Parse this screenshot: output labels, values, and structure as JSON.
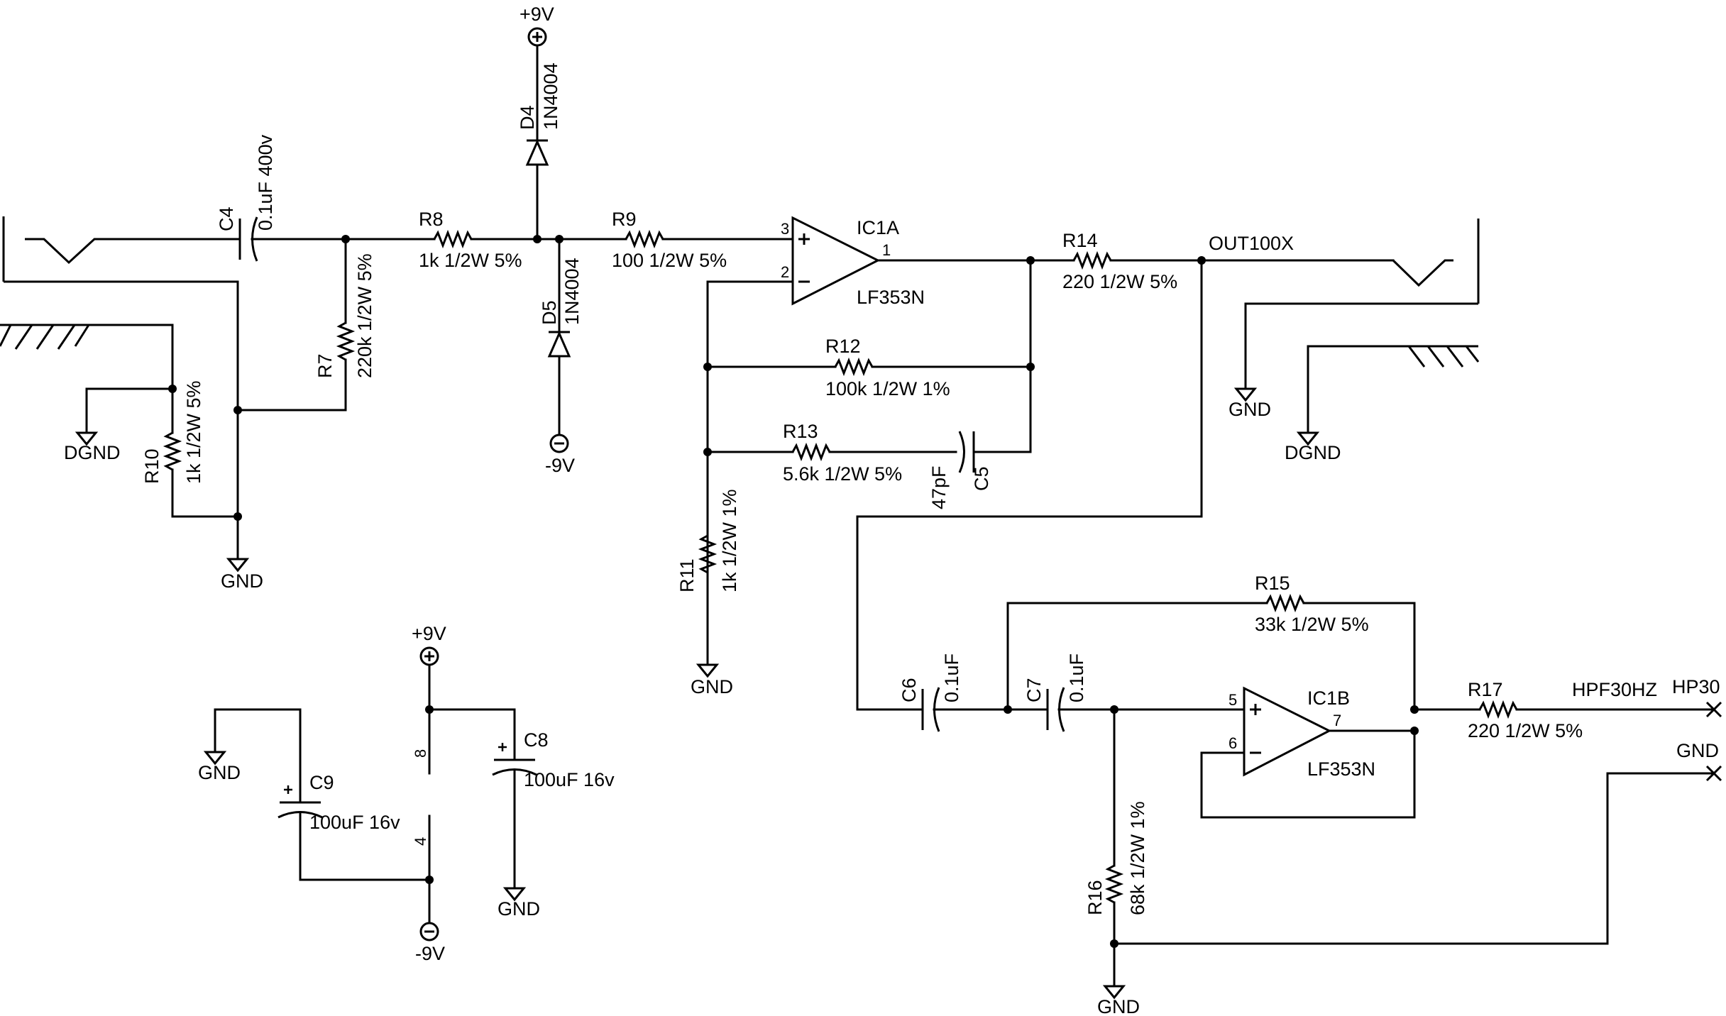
{
  "schematic": {
    "c4": {
      "ref": "C4",
      "value": "0.1uF 400v"
    },
    "r8": {
      "ref": "R8",
      "value": "1k 1/2W 5%"
    },
    "r7": {
      "ref": "R7",
      "value": "220k 1/2W 5%"
    },
    "r10": {
      "ref": "R10",
      "value": "1k 1/2W 5%"
    },
    "d4": {
      "ref": "D4",
      "value": "1N4004"
    },
    "d5": {
      "ref": "D5",
      "value": "1N4004"
    },
    "r9": {
      "ref": "R9",
      "value": "100 1/2W 5%"
    },
    "ic1a": {
      "ref": "IC1A",
      "value": "LF353N",
      "pin_plus": "3",
      "pin_minus": "2",
      "pin_out": "1"
    },
    "r12": {
      "ref": "R12",
      "value": "100k 1/2W 1%"
    },
    "r13": {
      "ref": "R13",
      "value": "5.6k 1/2W 5%"
    },
    "c5": {
      "ref": "C5",
      "value": "47pF"
    },
    "r11": {
      "ref": "R11",
      "value": "1k 1/2W 1%"
    },
    "r14": {
      "ref": "R14",
      "value": "220 1/2W 5%"
    },
    "out100x": "OUT100X",
    "r15": {
      "ref": "R15",
      "value": "33k 1/2W 5%"
    },
    "c6": {
      "ref": "C6",
      "value": "0.1uF"
    },
    "c7": {
      "ref": "C7",
      "value": "0.1uF"
    },
    "ic1b": {
      "ref": "IC1B",
      "value": "LF353N",
      "pin_plus": "5",
      "pin_minus": "6",
      "pin_out": "7"
    },
    "r16": {
      "ref": "R16",
      "value": "68k 1/2W 1%"
    },
    "r17": {
      "ref": "R17",
      "value": "220 1/2W 5%"
    },
    "hpf30hz": "HPF30HZ",
    "hp30": "HP30",
    "gnd_out": "GND",
    "c8": {
      "ref": "C8",
      "value": "100uF 16v"
    },
    "c9": {
      "ref": "C9",
      "value": "100uF 16v"
    },
    "ic_power": {
      "pin_vplus": "8",
      "pin_vminus": "4"
    },
    "supply_pos": "+9V",
    "supply_neg": "-9V",
    "gnd": "GND",
    "dgnd": "DGND"
  }
}
